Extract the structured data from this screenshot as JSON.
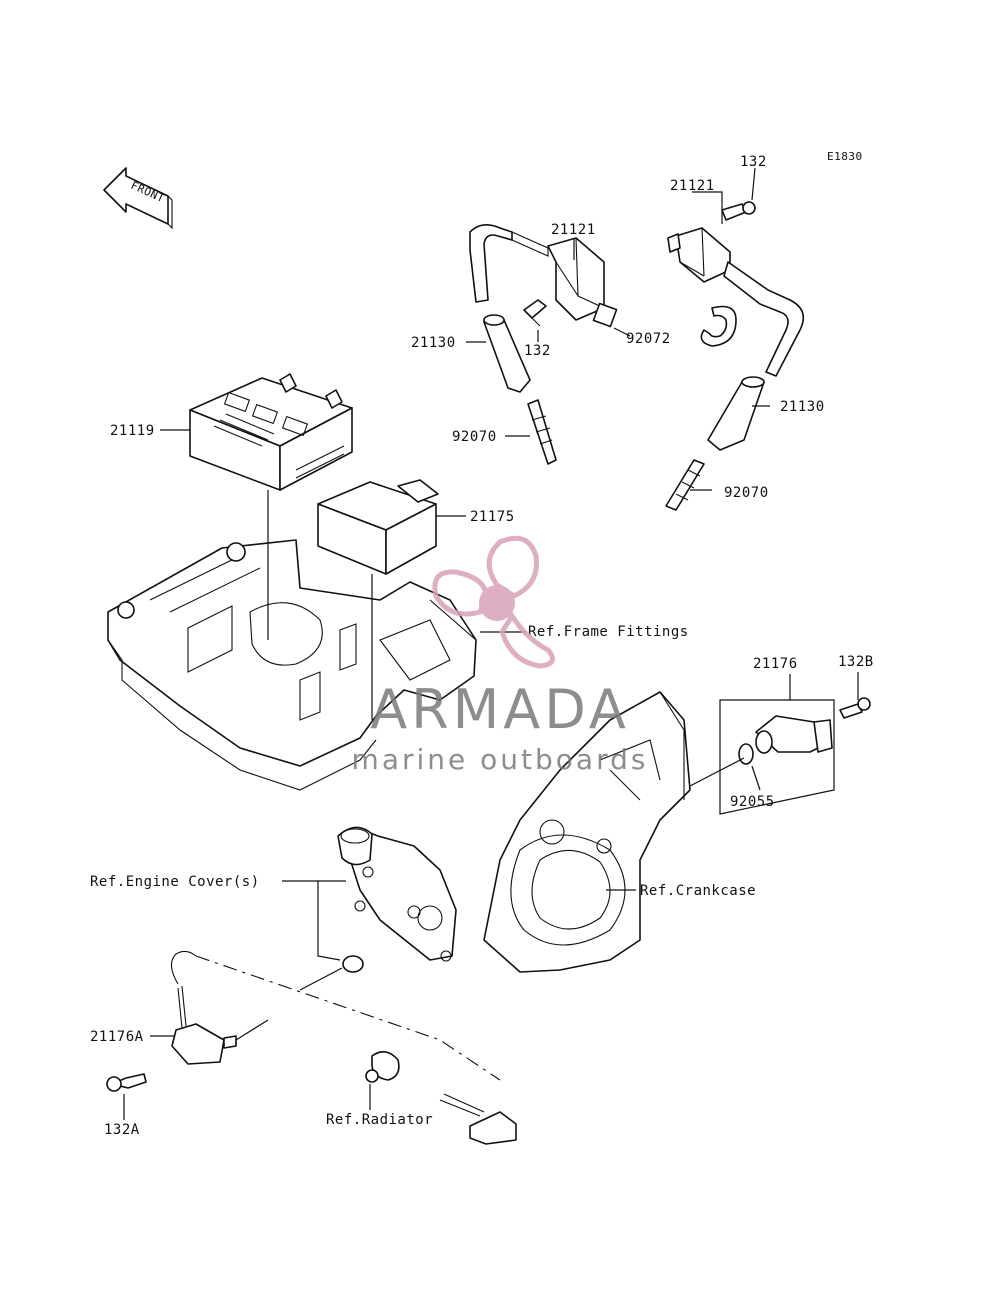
{
  "diagram_code": "E1830",
  "front_label": "FRONT",
  "parts": {
    "p132_top": "132",
    "p21121_right": "21121",
    "p21121_left": "21121",
    "p21130_left": "21130",
    "p132_mid": "132",
    "p92072": "92072",
    "p21130_right": "21130",
    "p21119": "21119",
    "p92070_left": "92070",
    "p92070_right": "92070",
    "p21175": "21175",
    "p21176": "21176",
    "p132B": "132B",
    "p92055": "92055",
    "p21176A": "21176A",
    "p132A": "132A"
  },
  "refs": {
    "frame_fittings": "Ref.Frame Fittings",
    "engine_covers": "Ref.Engine Cover(s)",
    "crankcase": "Ref.Crankcase",
    "radiator": "Ref.Radiator"
  },
  "watermark": {
    "brand": "ARMADA",
    "tagline": "marine outboards",
    "color": "#d9a0b8"
  }
}
